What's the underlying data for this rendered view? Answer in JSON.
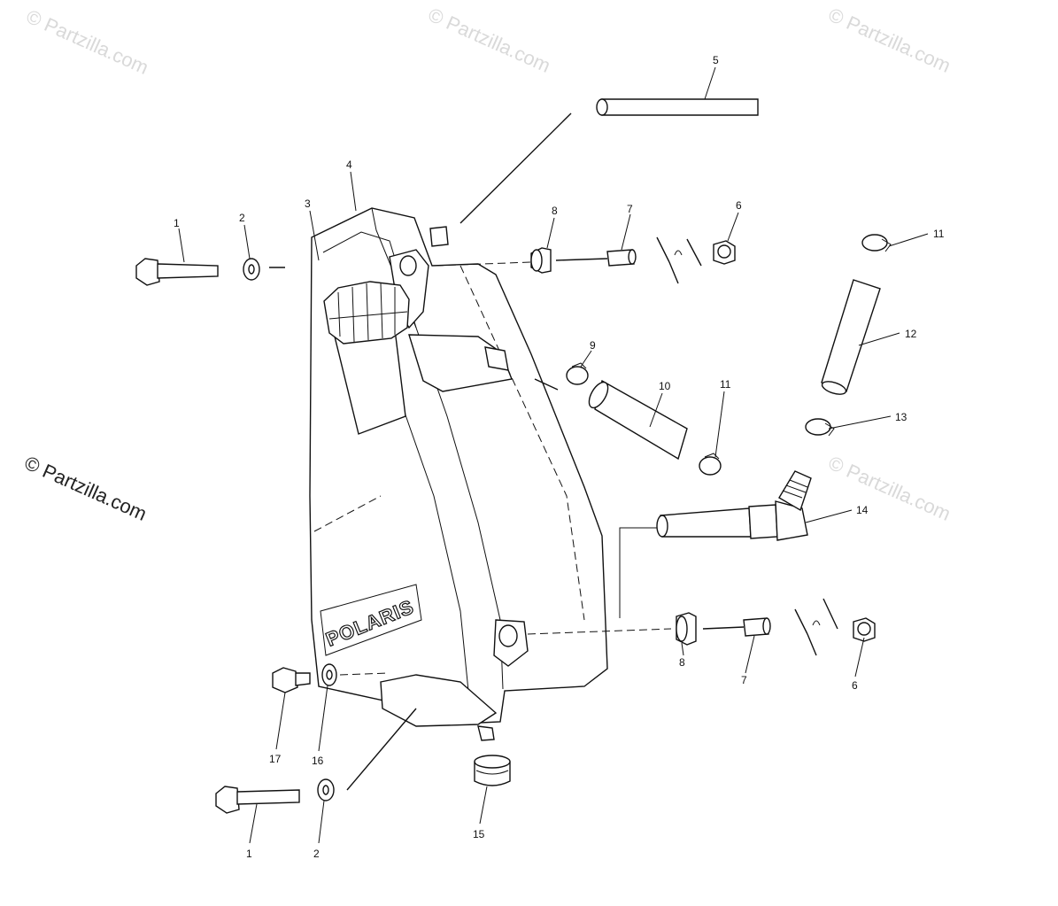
{
  "watermarks": {
    "left": "© Partzilla.com",
    "faint": "© Partzilla.com"
  },
  "tank_brand": "POLARIS",
  "callouts": {
    "c1_top": "1",
    "c2_top": "2",
    "c3": "3",
    "c4": "4",
    "c5": "5",
    "c6_top": "6",
    "c7_top": "7",
    "c8_top": "8",
    "c9": "9",
    "c10": "10",
    "c11_top": "11",
    "c11_mid": "11",
    "c12": "12",
    "c13": "13",
    "c14": "14",
    "c8_bot": "8",
    "c7_bot": "7",
    "c6_bot": "6",
    "c17": "17",
    "c16": "16",
    "c15": "15",
    "c1_bot": "1",
    "c2_bot": "2"
  }
}
